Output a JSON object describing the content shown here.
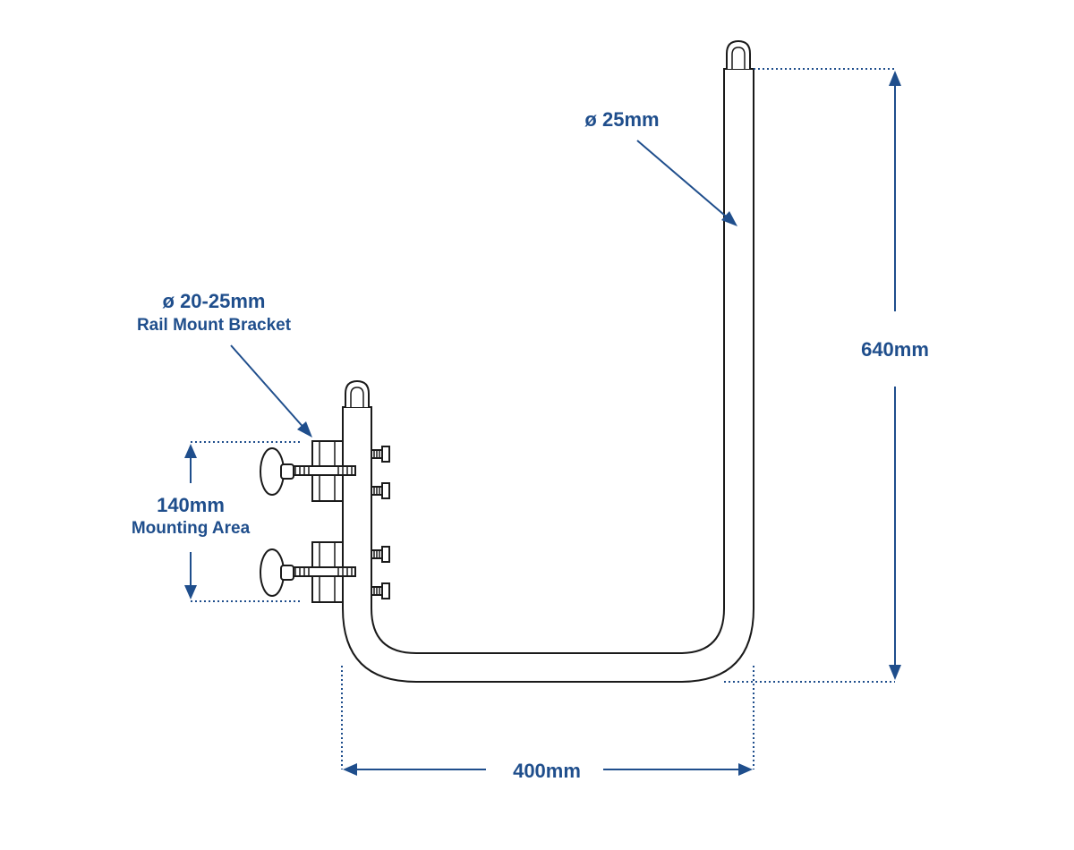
{
  "labels": {
    "tube_diameter": "ø 25mm",
    "bracket_diameter": "ø 20-25mm",
    "bracket_name": "Rail Mount Bracket",
    "height": "640mm",
    "mounting_dim": "140mm",
    "mounting_name": "Mounting Area",
    "width": "400mm"
  },
  "colors": {
    "dimension": "#1f4e8c",
    "outline": "#1a1a1a"
  }
}
